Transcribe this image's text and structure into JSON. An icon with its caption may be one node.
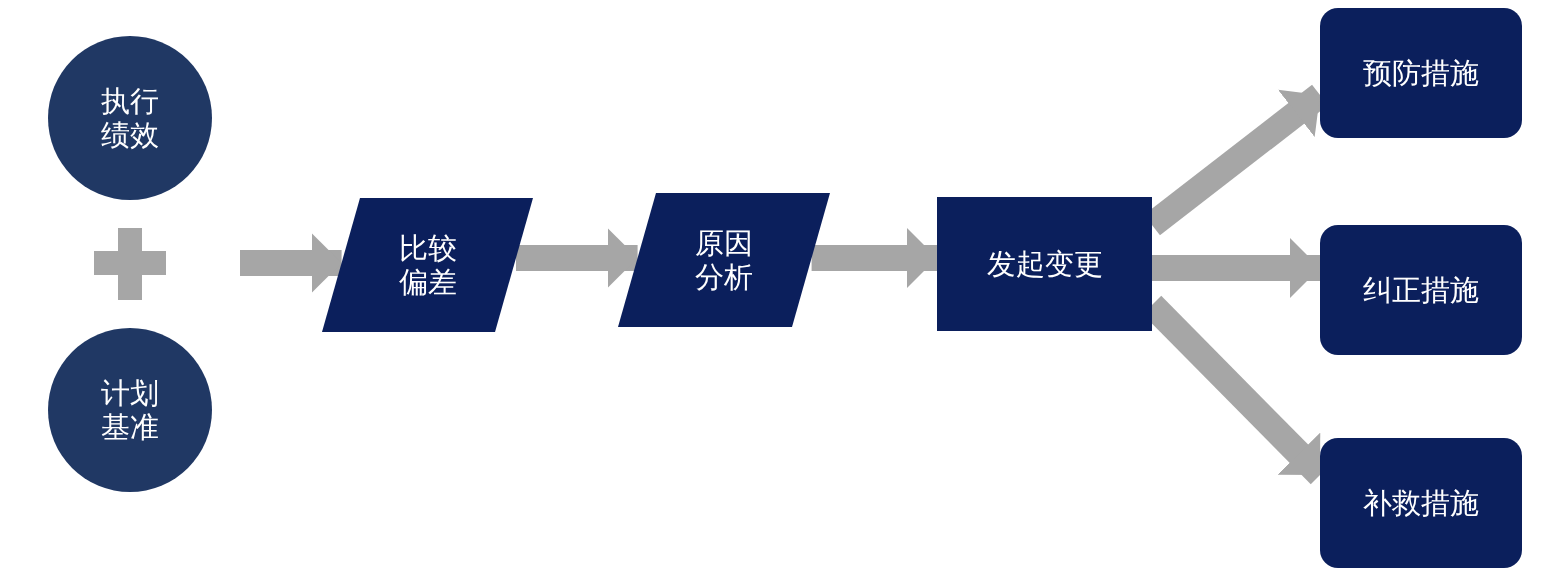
{
  "diagram": {
    "nodes": [
      {
        "text": [
          "执行绩效"
        ]
      },
      {
        "text": [
          "计划基准"
        ]
      },
      {
        "text": [
          "比较偏差"
        ]
      },
      {
        "text": [
          "原因分析"
        ]
      },
      {
        "text": [
          "发起变更"
        ]
      },
      {
        "text": [
          "预防措施"
        ]
      },
      {
        "text": [
          "纠正措施"
        ]
      },
      {
        "text": [
          "补救措施"
        ]
      }
    ],
    "edges": [
      {
        "from": null,
        "to": 2,
        "arrow": "to"
      },
      {
        "from": 2,
        "to": 3,
        "arrow": "to"
      },
      {
        "from": 3,
        "to": 4,
        "arrow": "to"
      },
      {
        "from": 4,
        "to": 5,
        "arrow": "to"
      },
      {
        "from": 4,
        "to": 6,
        "arrow": "to"
      },
      {
        "from": 4,
        "to": 7,
        "arrow": "to"
      }
    ]
  }
}
